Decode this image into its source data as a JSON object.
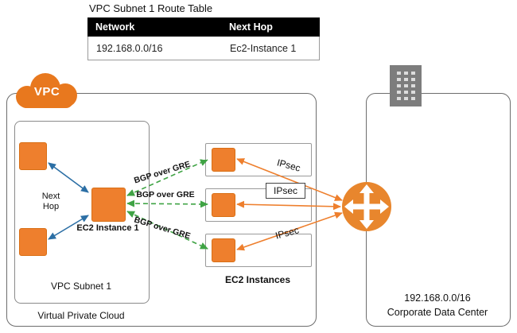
{
  "route_table": {
    "title": "VPC Subnet 1 Route Table",
    "headers": {
      "network": "Network",
      "next_hop": "Next Hop"
    },
    "row": {
      "network": "192.168.0.0/16",
      "next_hop": "Ec2-Instance 1"
    }
  },
  "vpc": {
    "badge": "VPC",
    "container_label": "Virtual Private Cloud",
    "subnet_label": "VPC Subnet 1",
    "next_hop_line1": "Next",
    "next_hop_line2": "Hop",
    "ec2_instance1_label": "EC2 Instance 1"
  },
  "middle": {
    "ec2_instances_label": "EC2 Instances",
    "bgp_labels": [
      "BGP over GRE",
      "BGP over GRE",
      "BGP over GRE"
    ],
    "ipsec_labels": [
      "IPsec",
      "IPsec",
      "IPsec"
    ]
  },
  "datacenter": {
    "cidr": "192.168.0.0/16",
    "label": "Corporate Data Center"
  },
  "colors": {
    "orange": "#EE7F2D",
    "cloud_orange": "#E8781E",
    "green_arrow": "#3FA344",
    "blue_arrow": "#2C6FA5",
    "table_header_bg": "#000000"
  }
}
